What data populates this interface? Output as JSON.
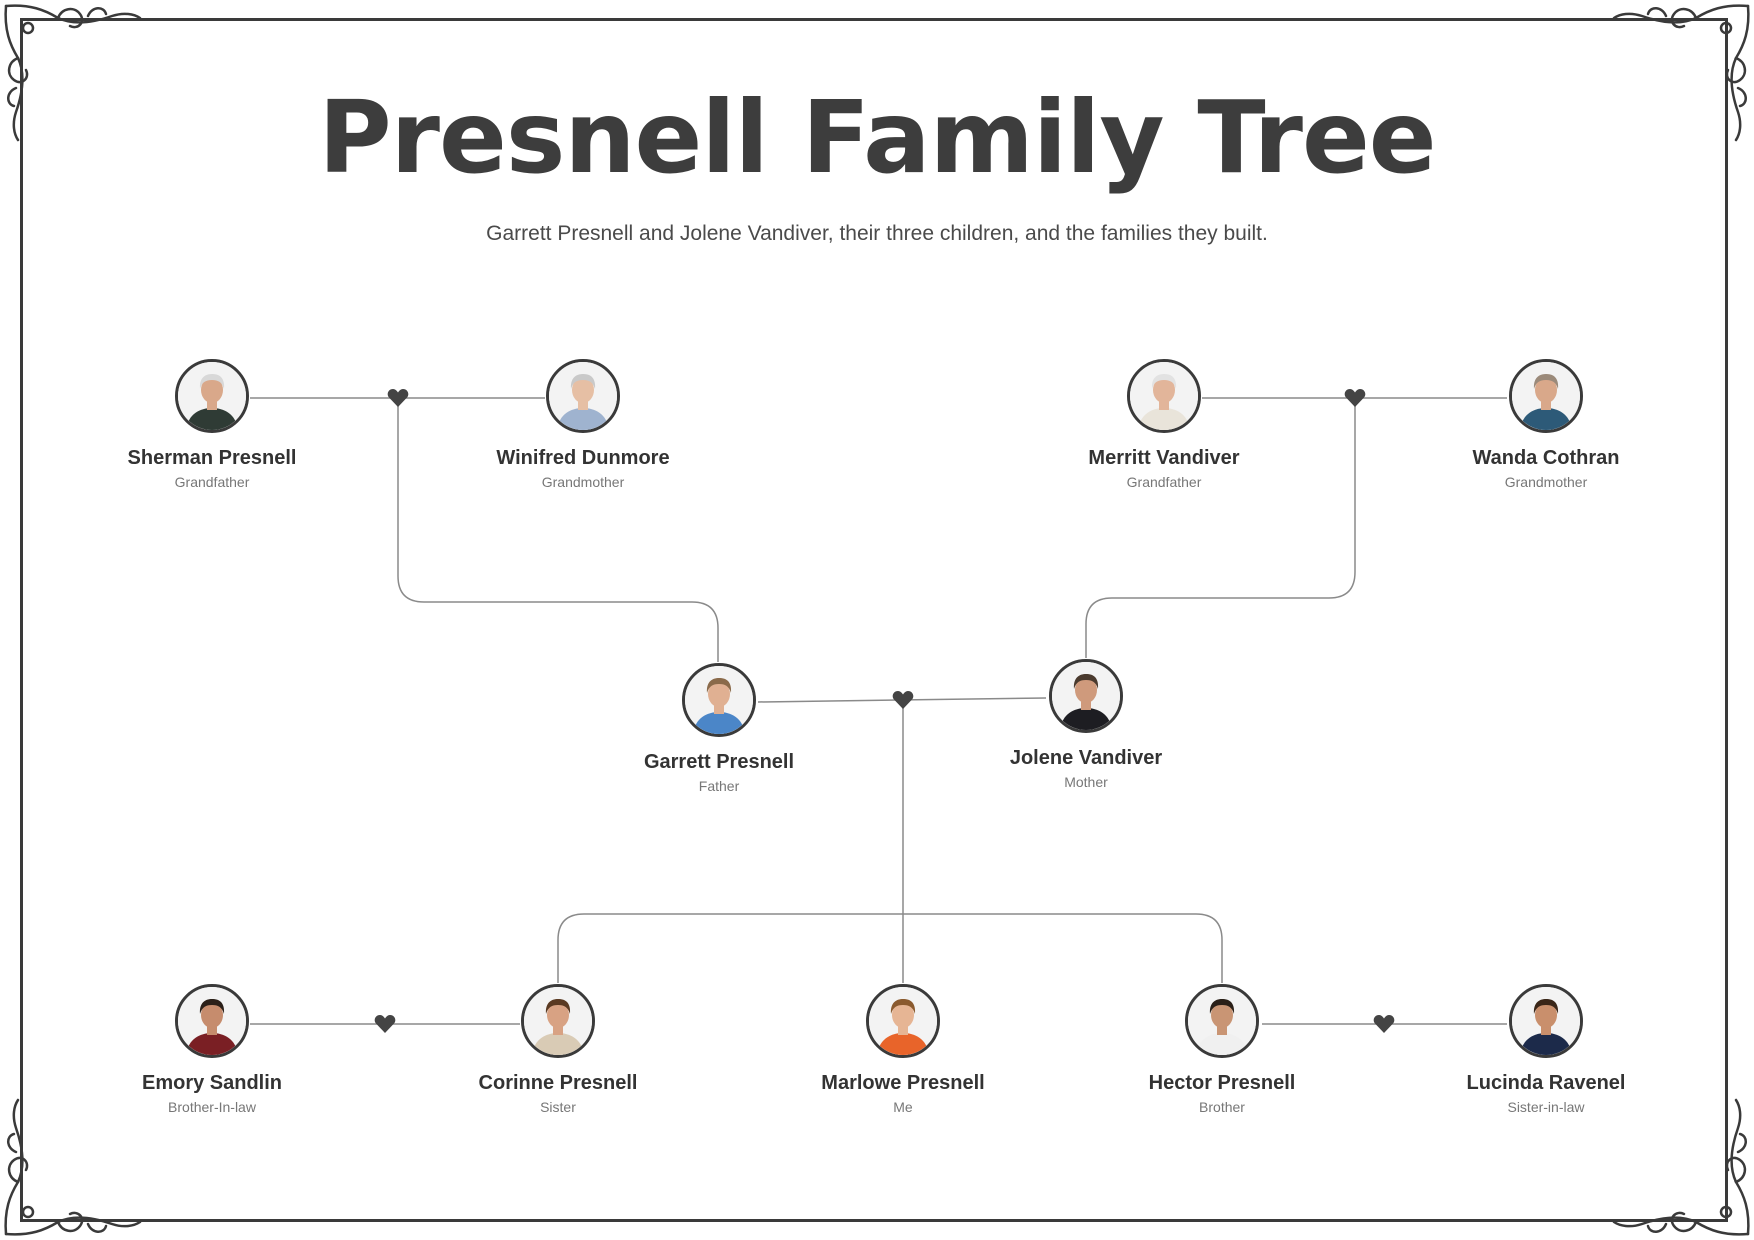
{
  "title": "Presnell Family Tree",
  "subtitle": "Garrett Presnell and Jolene Vandiver, their three children, and the families they built.",
  "people": {
    "sherman": {
      "name": "Sherman Presnell",
      "role": "Grandfather",
      "shirt": "#2f3b35",
      "hair": "#d8d8d8",
      "skin": "#d9a88a"
    },
    "winifred": {
      "name": "Winifred Dunmore",
      "role": "Grandmother",
      "shirt": "#9fb3cf",
      "hair": "#c9c9c9",
      "skin": "#e6bfa4"
    },
    "merritt": {
      "name": "Merritt Vandiver",
      "role": "Grandfather",
      "shirt": "#e9e4da",
      "hair": "#e2e2e2",
      "skin": "#e2b59a"
    },
    "wanda": {
      "name": "Wanda Cothran",
      "role": "Grandmother",
      "shirt": "#2d5a78",
      "hair": "#9b8a7a",
      "skin": "#d9a88a"
    },
    "garrett": {
      "name": "Garrett Presnell",
      "role": "Father",
      "shirt": "#4b86c8",
      "hair": "#8a6a4a",
      "skin": "#e0b092"
    },
    "jolene": {
      "name": "Jolene Vandiver",
      "role": "Mother",
      "shirt": "#1d1d22",
      "hair": "#4a3a2e",
      "skin": "#cf9a7c"
    },
    "emory": {
      "name": "Emory Sandlin",
      "role": "Brother-In-law",
      "shirt": "#7a1f24",
      "hair": "#2b2019",
      "skin": "#c68c6d"
    },
    "corinne": {
      "name": "Corinne Presnell",
      "role": "Sister",
      "shirt": "#d9cbb5",
      "hair": "#5a3a22",
      "skin": "#d8a283"
    },
    "marlowe": {
      "name": "Marlowe Presnell",
      "role": "Me",
      "shirt": "#e8642a",
      "hair": "#8a5a2e",
      "skin": "#e6b594"
    },
    "hector": {
      "name": "Hector Presnell",
      "role": "Brother",
      "shirt": "#f0f0f0",
      "hair": "#2a2018",
      "skin": "#c99574"
    },
    "lucinda": {
      "name": "Lucinda Ravenel",
      "role": "Sister-in-law",
      "shirt": "#1c2a4a",
      "hair": "#3a2618",
      "skin": "#c98f6c"
    }
  },
  "colors": {
    "line": "#8a8a8a",
    "heart": "#444444",
    "frame": "#3a3a3a"
  }
}
